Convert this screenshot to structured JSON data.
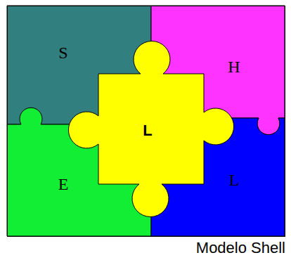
{
  "diagram": {
    "caption": "Modelo Shell",
    "nodes": [
      {
        "text": [
          "S"
        ]
      },
      {
        "text": [
          "H"
        ]
      },
      {
        "text": [
          "L"
        ]
      },
      {
        "text": [
          "E"
        ]
      },
      {
        "text": [
          "L"
        ]
      }
    ]
  }
}
